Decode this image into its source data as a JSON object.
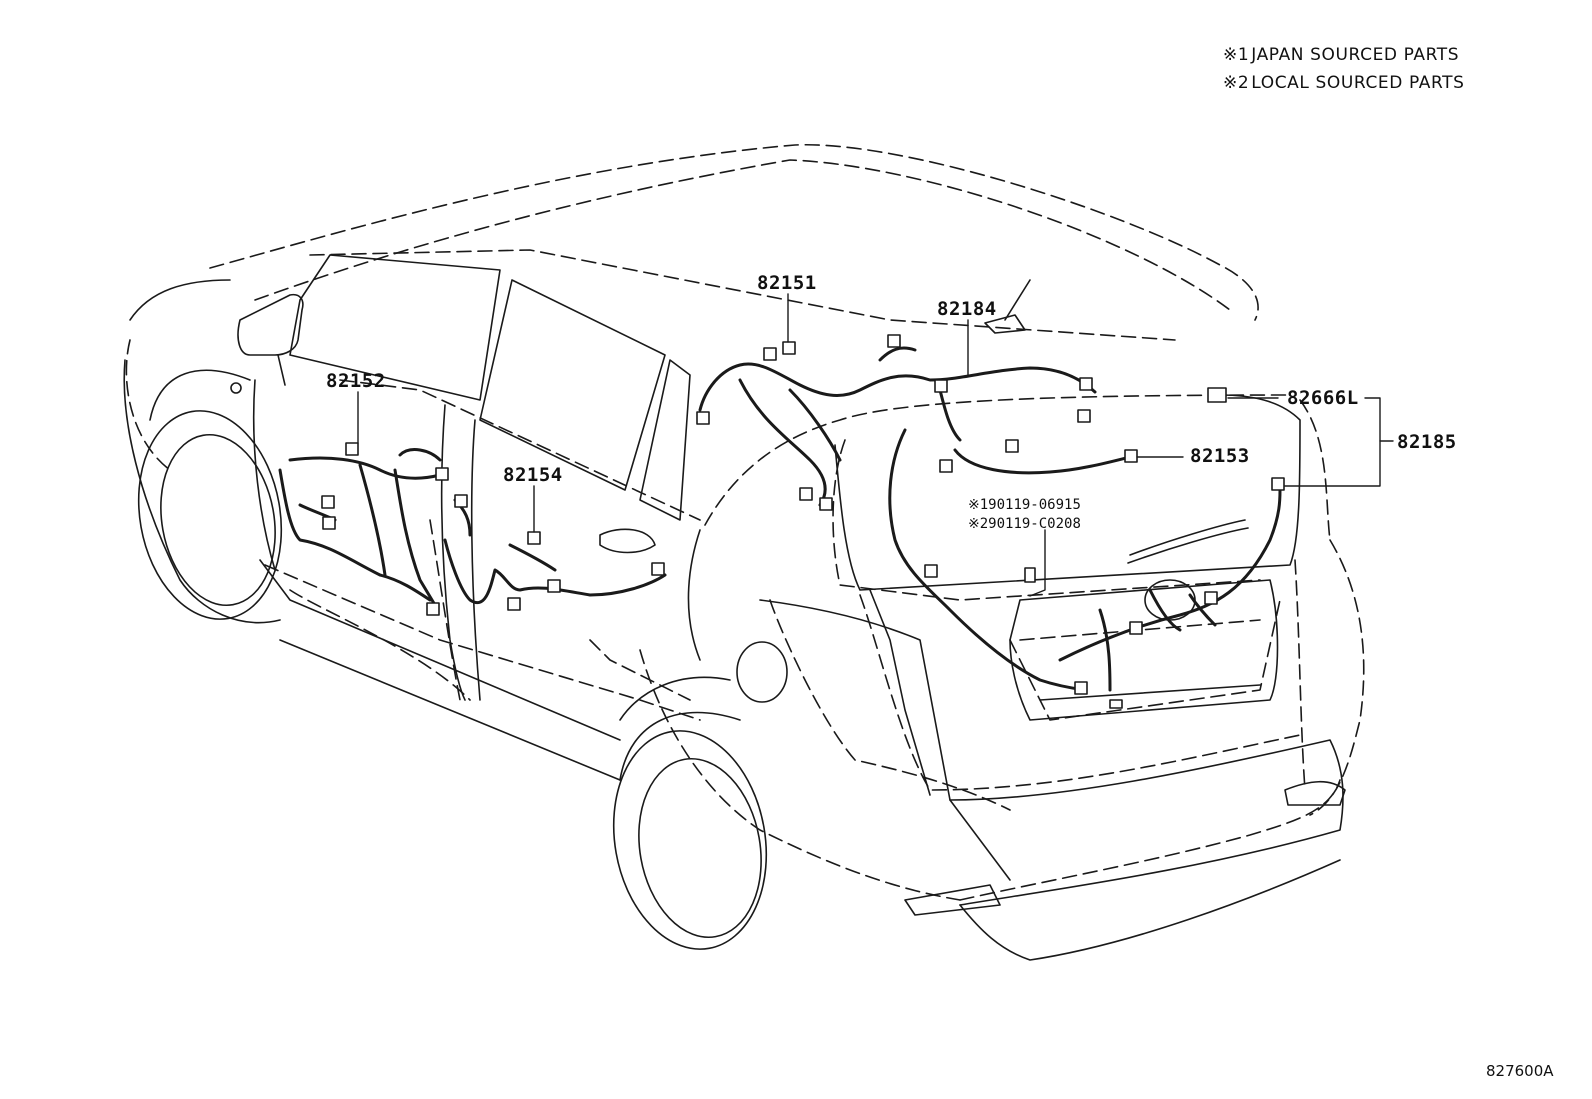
{
  "legend": [
    {
      "mark": "※1",
      "text": "JAPAN SOURCED PARTS"
    },
    {
      "mark": "※2",
      "text": "LOCAL SOURCED PARTS"
    }
  ],
  "callouts": {
    "p82151": "82151",
    "p82184": "82184",
    "p82152": "82152",
    "p82154": "82154",
    "p82153": "82153",
    "p82666L": "82666L",
    "p82185": "82185"
  },
  "notes": {
    "japan_part": "※190119-06915",
    "local_part": "※290119-C0208"
  },
  "diagram_code": "827600A"
}
